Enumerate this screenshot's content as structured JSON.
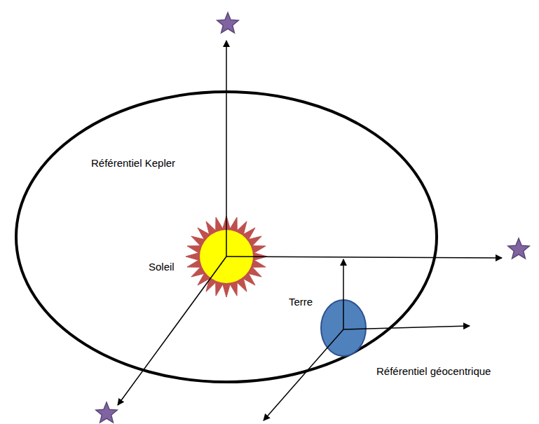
{
  "diagram": {
    "labels": [
      "Référentiel Kepler",
      "Soleil",
      "Terre",
      "Référentiel géocentrique"
    ]
  }
}
